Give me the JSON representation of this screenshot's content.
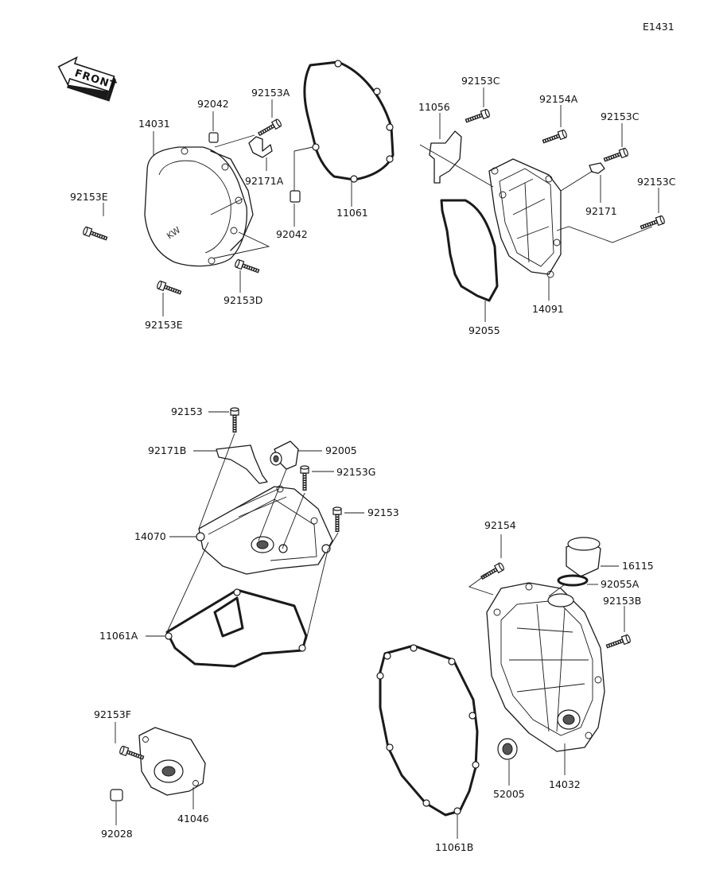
{
  "figure_code": "E1431",
  "front_arrow": {
    "text": "FRONT",
    "icon": "front-direction-arrow-icon"
  },
  "callouts": [
    {
      "key": "c14031",
      "text": "14031"
    },
    {
      "key": "c92042a",
      "text": "92042"
    },
    {
      "key": "c92153A",
      "text": "92153A"
    },
    {
      "key": "c92153E_top",
      "text": "92153E"
    },
    {
      "key": "c92171A",
      "text": "92171A"
    },
    {
      "key": "c92042b",
      "text": "92042"
    },
    {
      "key": "c11061",
      "text": "11061"
    },
    {
      "key": "c92153D",
      "text": "92153D"
    },
    {
      "key": "c92153E_bot",
      "text": "92153E"
    },
    {
      "key": "c11056",
      "text": "11056"
    },
    {
      "key": "c92153C_a",
      "text": "92153C"
    },
    {
      "key": "c92154A",
      "text": "92154A"
    },
    {
      "key": "c92153C_b",
      "text": "92153C"
    },
    {
      "key": "c92171",
      "text": "92171"
    },
    {
      "key": "c92153C_c",
      "text": "92153C"
    },
    {
      "key": "c14091",
      "text": "14091"
    },
    {
      "key": "c92055",
      "text": "92055"
    },
    {
      "key": "c92153_a",
      "text": "92153"
    },
    {
      "key": "c92171B",
      "text": "92171B"
    },
    {
      "key": "c92005",
      "text": "92005"
    },
    {
      "key": "c92153G",
      "text": "92153G"
    },
    {
      "key": "c92153_b",
      "text": "92153"
    },
    {
      "key": "c14070",
      "text": "14070"
    },
    {
      "key": "c11061A",
      "text": "11061A"
    },
    {
      "key": "c92154",
      "text": "92154"
    },
    {
      "key": "c16115",
      "text": "16115"
    },
    {
      "key": "c92055A",
      "text": "92055A"
    },
    {
      "key": "c92153B",
      "text": "92153B"
    },
    {
      "key": "c92153F",
      "text": "92153F"
    },
    {
      "key": "c92028",
      "text": "92028"
    },
    {
      "key": "c41046",
      "text": "41046"
    },
    {
      "key": "c52005",
      "text": "52005"
    },
    {
      "key": "c14032",
      "text": "14032"
    },
    {
      "key": "c11061B",
      "text": "11061B"
    }
  ]
}
